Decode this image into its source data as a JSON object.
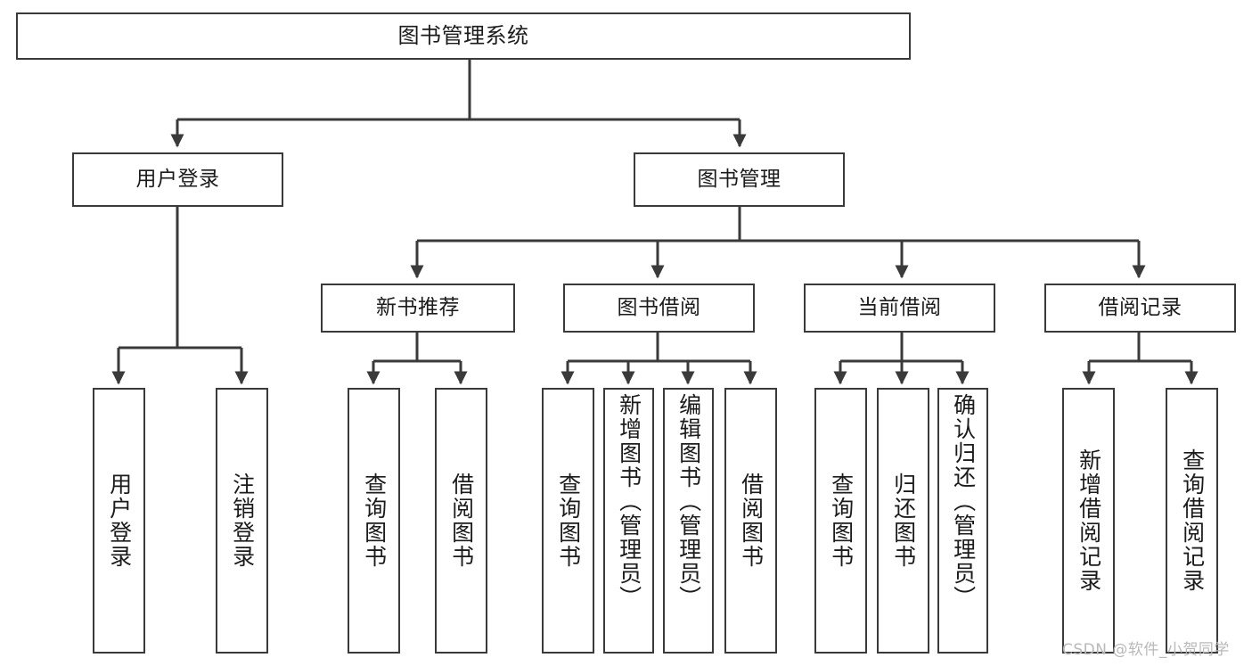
{
  "diagram": {
    "title": "图书管理系统",
    "type": "tree",
    "root": {
      "id": "root",
      "label": "图书管理系统"
    },
    "level2": [
      {
        "id": "user-login",
        "label": "用户登录"
      },
      {
        "id": "book-manage",
        "label": "图书管理"
      }
    ],
    "level3": [
      {
        "id": "new-book-rec",
        "label": "新书推荐",
        "parent": "book-manage"
      },
      {
        "id": "book-borrow",
        "label": "图书借阅",
        "parent": "book-manage"
      },
      {
        "id": "current-borrow",
        "label": "当前借阅",
        "parent": "book-manage"
      },
      {
        "id": "borrow-record",
        "label": "借阅记录",
        "parent": "book-manage"
      }
    ],
    "leaves": [
      {
        "id": "leaf-user-login",
        "label": "用户登录",
        "parent": "user-login"
      },
      {
        "id": "leaf-logout",
        "label": "注销登录",
        "parent": "user-login"
      },
      {
        "id": "leaf-query-book-1",
        "label": "查询图书",
        "parent": "new-book-rec"
      },
      {
        "id": "leaf-borrow-book-1",
        "label": "借阅图书",
        "parent": "new-book-rec"
      },
      {
        "id": "leaf-query-book-2",
        "label": "查询图书",
        "parent": "book-borrow"
      },
      {
        "id": "leaf-add-book",
        "label": "新增图书（管理员）",
        "parent": "book-borrow"
      },
      {
        "id": "leaf-edit-book",
        "label": "编辑图书（管理员）",
        "parent": "book-borrow"
      },
      {
        "id": "leaf-borrow-book-2",
        "label": "借阅图书",
        "parent": "book-borrow"
      },
      {
        "id": "leaf-query-book-3",
        "label": "查询图书",
        "parent": "current-borrow"
      },
      {
        "id": "leaf-return-book",
        "label": "归还图书",
        "parent": "current-borrow"
      },
      {
        "id": "leaf-confirm-return",
        "label": "确认归还（管理员）",
        "parent": "current-borrow"
      },
      {
        "id": "leaf-add-record",
        "label": "新增借阅记录",
        "parent": "borrow-record"
      },
      {
        "id": "leaf-query-record",
        "label": "查询借阅记录",
        "parent": "borrow-record"
      }
    ]
  },
  "watermark": {
    "text": "CSDN @软件_小贺同学"
  },
  "colors": {
    "box_border": "#3a3a3a",
    "box_fill": "#ffffff",
    "text": "#1b1b1b",
    "connector": "#3a3a3a",
    "watermark": "#b9b9b9",
    "background": "#ffffff"
  }
}
